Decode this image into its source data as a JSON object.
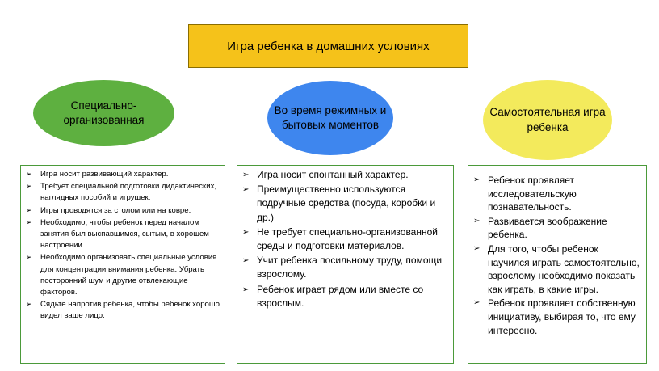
{
  "title": "Игра ребенка в домашних условиях",
  "categories": [
    {
      "label": "Специально-организованная",
      "color": "#5eb040"
    },
    {
      "label": "Во время режимных и бытовых моментов",
      "color": "#3e86ee"
    },
    {
      "label": "Самостоятельная игра ребенка",
      "color": "#f3ea5c"
    }
  ],
  "boxes": [
    {
      "items": [
        "Игра носит развивающий характер.",
        "Требует специальной подготовки дидактических, наглядных пособий и игрушек.",
        "Игры проводятся за столом или на ковре.",
        "Необходимо, чтобы ребенок перед началом занятия был выспавшимся, сытым, в хорошем настроении.",
        "Необходимо организовать специальные условия для концентрации внимания ребенка. Убрать посторонний шум и другие отвлекающие факторов.",
        "Сядьте напротив ребенка, чтобы ребенок хорошо видел ваше лицо."
      ]
    },
    {
      "items": [
        "Игра носит  спонтанный характер.",
        "Преимущественно используются подручные средства (посуда, коробки и др.)",
        "Не требует специально-организованной среды и подготовки материалов.",
        "Учит ребенка посильному труду, помощи взрослому.",
        "Ребенок играет рядом или вместе со взрослым."
      ]
    },
    {
      "items": [
        "Ребенок проявляет исследовательскую познавательность.",
        "Развивается воображение ребенка.",
        "Для того, чтобы ребенок научился играть самостоятельно, взрослому необходимо показать  как играть, в какие игры.",
        "Ребенок проявляет собственную инициативу, выбирая то, что ему интересно."
      ]
    }
  ],
  "colors": {
    "title_bg": "#f5c21a",
    "box_border": "#4b9a3a"
  }
}
